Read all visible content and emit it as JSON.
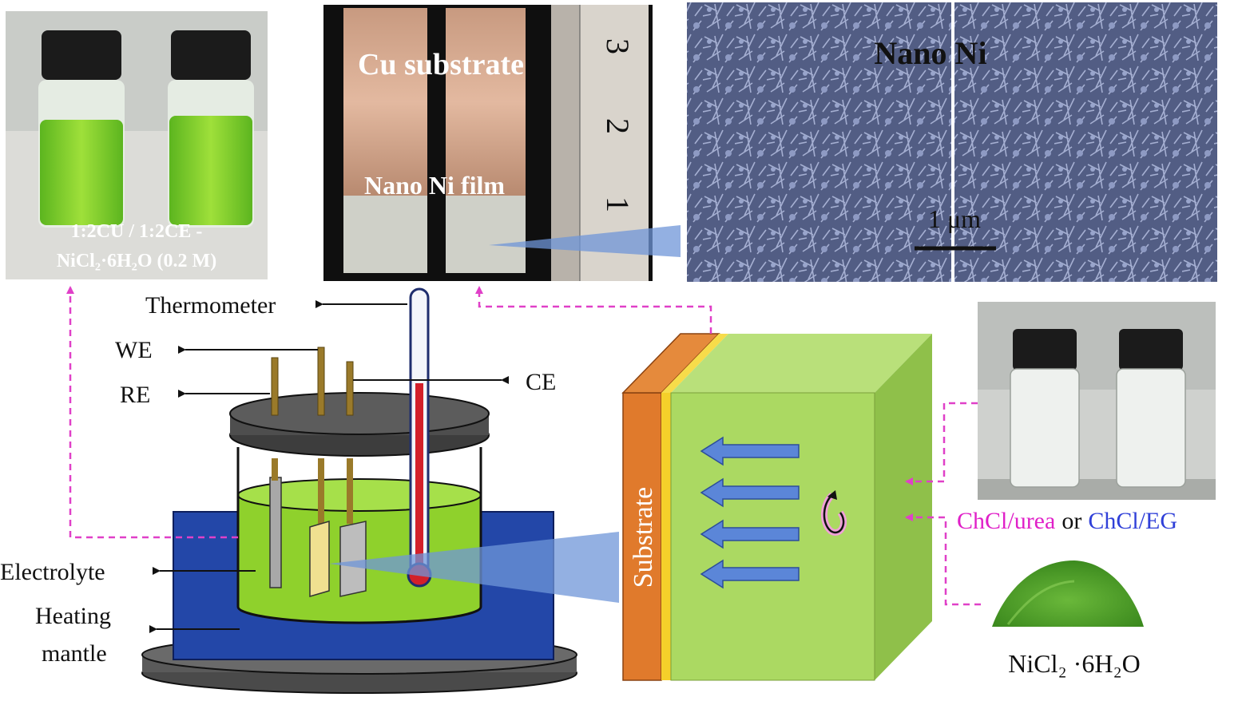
{
  "photos": {
    "vials_top": {
      "label_line1": "1:2CU   /   1:2CE -",
      "label_line2": "NiCl₂·6H₂O (0.2 M)"
    },
    "substrate": {
      "cu_label": "Cu substrate",
      "film_label": "Nano Ni film",
      "ruler_numbers": [
        "3",
        "2",
        "1"
      ]
    },
    "sem": {
      "title": "Nano Ni",
      "scale": "1 μm"
    }
  },
  "cell_labels": {
    "thermometer": "Thermometer",
    "we": "WE",
    "re": "RE",
    "ce": "CE",
    "electrolyte": "Electrolyte",
    "heating_line1": "Heating",
    "heating_line2": "mantle"
  },
  "deposition": {
    "substrate_label": "Substrate"
  },
  "solvents": {
    "option_a": "ChCl/urea",
    "connector": "or",
    "option_b": "ChCl/EG"
  },
  "salt": {
    "formula": "NiCl₂ ·6H₂O"
  },
  "colors": {
    "electrolyte_green": "#8fd12c",
    "mantle_blue": "#2347a8",
    "substrate_orange": "#e07a2c",
    "solvent_a": "#e020c8",
    "solvent_b": "#3040d8",
    "dashed_pink": "#e040c8",
    "flow_arrows": "#5b86d8"
  }
}
